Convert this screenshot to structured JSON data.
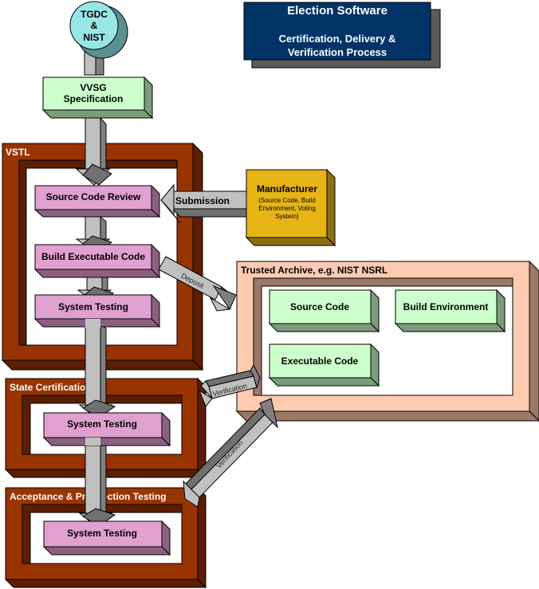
{
  "title": {
    "main": "Election Software",
    "sub_line1": "Certification, Delivery &",
    "sub_line2": "Verification Process"
  },
  "origin": {
    "line1": "TGDC",
    "line2": "&",
    "line3": "NIST"
  },
  "specification": {
    "line1": "VVSG",
    "line2": "Specification"
  },
  "vstl": {
    "title": "VSTL",
    "steps": [
      "Source Code Review",
      "Build Executable Code",
      "System Testing"
    ]
  },
  "manufacturer": {
    "title": "Manufacturer",
    "detail_line1": "(Source Code, Build",
    "detail_line2": "Environment, Voting",
    "detail_line3": "System)"
  },
  "arrows": {
    "submission": "Submission",
    "deposit": "Deposit",
    "verification_state": "Verification",
    "verification_acceptance": "Verification"
  },
  "archive": {
    "title": "Trusted Archive, e.g. NIST NSRL",
    "items": [
      "Source Code",
      "Build Environment",
      "Executable Code"
    ]
  },
  "state_certification": {
    "title": "State Certification",
    "step": "System Testing"
  },
  "acceptance": {
    "title": "Acceptance & Pre-election Testing",
    "step": "System Testing"
  },
  "colors": {
    "title_bg": "#003366",
    "frame_brown": "#993300",
    "frame_dark": "#662200",
    "pink_box": "#e0a0d0",
    "green_box": "#ccffcc",
    "archive_bg": "#ffcbb0",
    "manufacturer": "#e6b414",
    "circle": "#99e6e6"
  }
}
